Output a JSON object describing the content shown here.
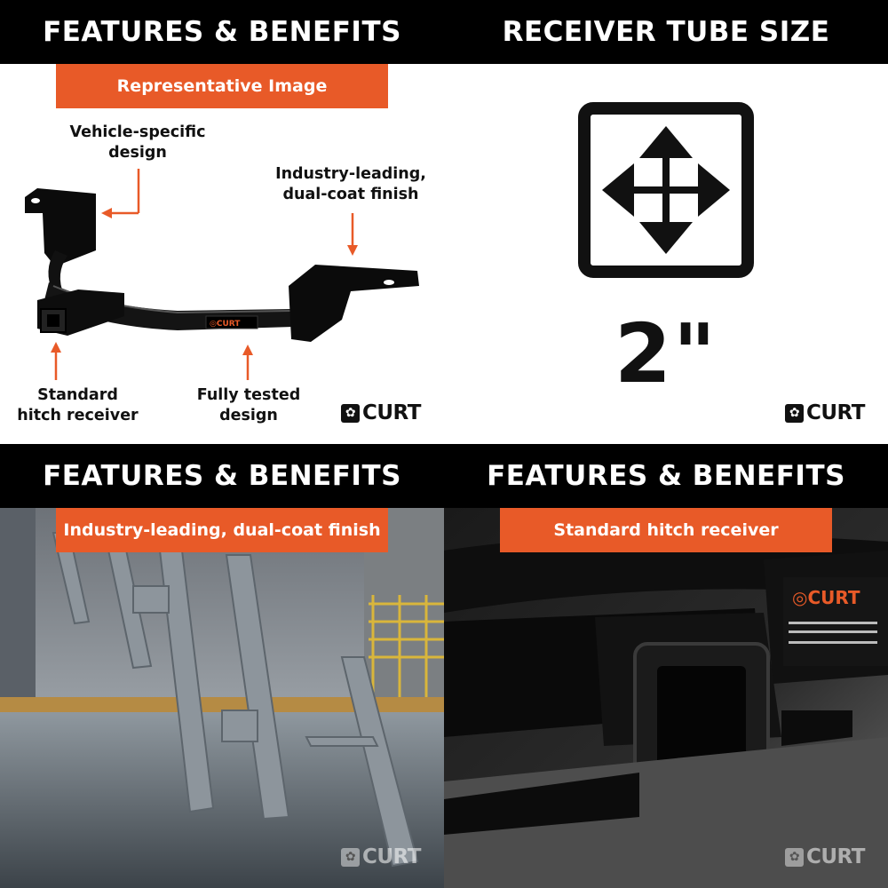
{
  "panels": {
    "top_left": {
      "header": "FEATURES & BENEFITS",
      "tag": "Representative Image",
      "callouts": {
        "vehicle_specific": "Vehicle-specific\ndesign",
        "finish": "Industry-leading,\ndual-coat finish",
        "receiver": "Standard\nhitch receiver",
        "tested": "Fully tested\ndesign"
      },
      "brand": "CURT"
    },
    "top_right": {
      "header": "RECEIVER TUBE SIZE",
      "icon": "four-way-arrows-icon",
      "size": "2\"",
      "brand": "CURT"
    },
    "bottom_left": {
      "header": "FEATURES & BENEFITS",
      "tag": "Industry-leading, dual-coat finish",
      "brand": "CURT"
    },
    "bottom_right": {
      "header": "FEATURES & BENEFITS",
      "tag": "Standard hitch receiver",
      "brand": "CURT"
    }
  },
  "colors": {
    "accent": "#e85a28",
    "header_bg": "#000000",
    "text": "#111111"
  }
}
